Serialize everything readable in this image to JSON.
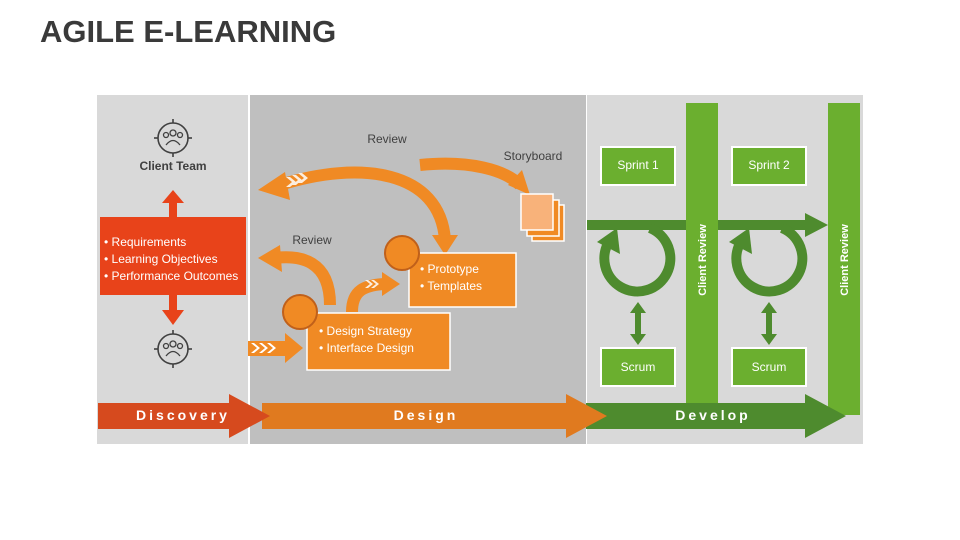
{
  "title": "AGILE E-LEARNING",
  "colors": {
    "discovery": "#D64A1E",
    "design": "#E07A1F",
    "develop": "#4E8B2E",
    "orange": "#F08A24",
    "green": "#6BAF2F",
    "red": "#E8431A"
  },
  "discovery": {
    "client_team_label": "Client Team",
    "requirements": [
      "• Requirements",
      "• Learning Objectives",
      "• Performance Outcomes"
    ]
  },
  "design": {
    "review_top": "Review",
    "review_mid": "Review",
    "storyboard": "Storyboard",
    "design_box_items": [
      "• Design Strategy",
      "• Interface Design"
    ],
    "prototype_box_items": [
      "• Prototype",
      "• Templates"
    ]
  },
  "develop": {
    "sprint1": "Sprint 1",
    "sprint2": "Sprint 2",
    "scrum1": "Scrum",
    "scrum2": "Scrum",
    "client_review_1": "Client Review",
    "client_review_2": "Client Review"
  },
  "phases": {
    "discovery": "Discovery",
    "design": "Design",
    "develop": "Develop"
  }
}
